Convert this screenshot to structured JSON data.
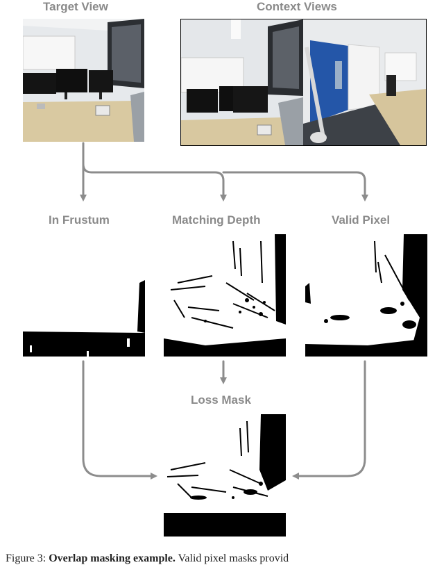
{
  "labels": {
    "target_view": "Target View",
    "context_views": "Context Views",
    "in_frustum": "In Frustum",
    "matching_depth": "Matching Depth",
    "valid_pixel": "Valid Pixel",
    "loss_mask": "Loss Mask"
  },
  "caption": {
    "prefix": "Figure 3:",
    "bold": "Overlap masking example.",
    "rest": "Valid pixel masks provid"
  },
  "colors": {
    "arrow": "#8c8c8c",
    "label": "#8a8a8a",
    "mask_white": "#ffffff",
    "mask_black": "#000000"
  }
}
